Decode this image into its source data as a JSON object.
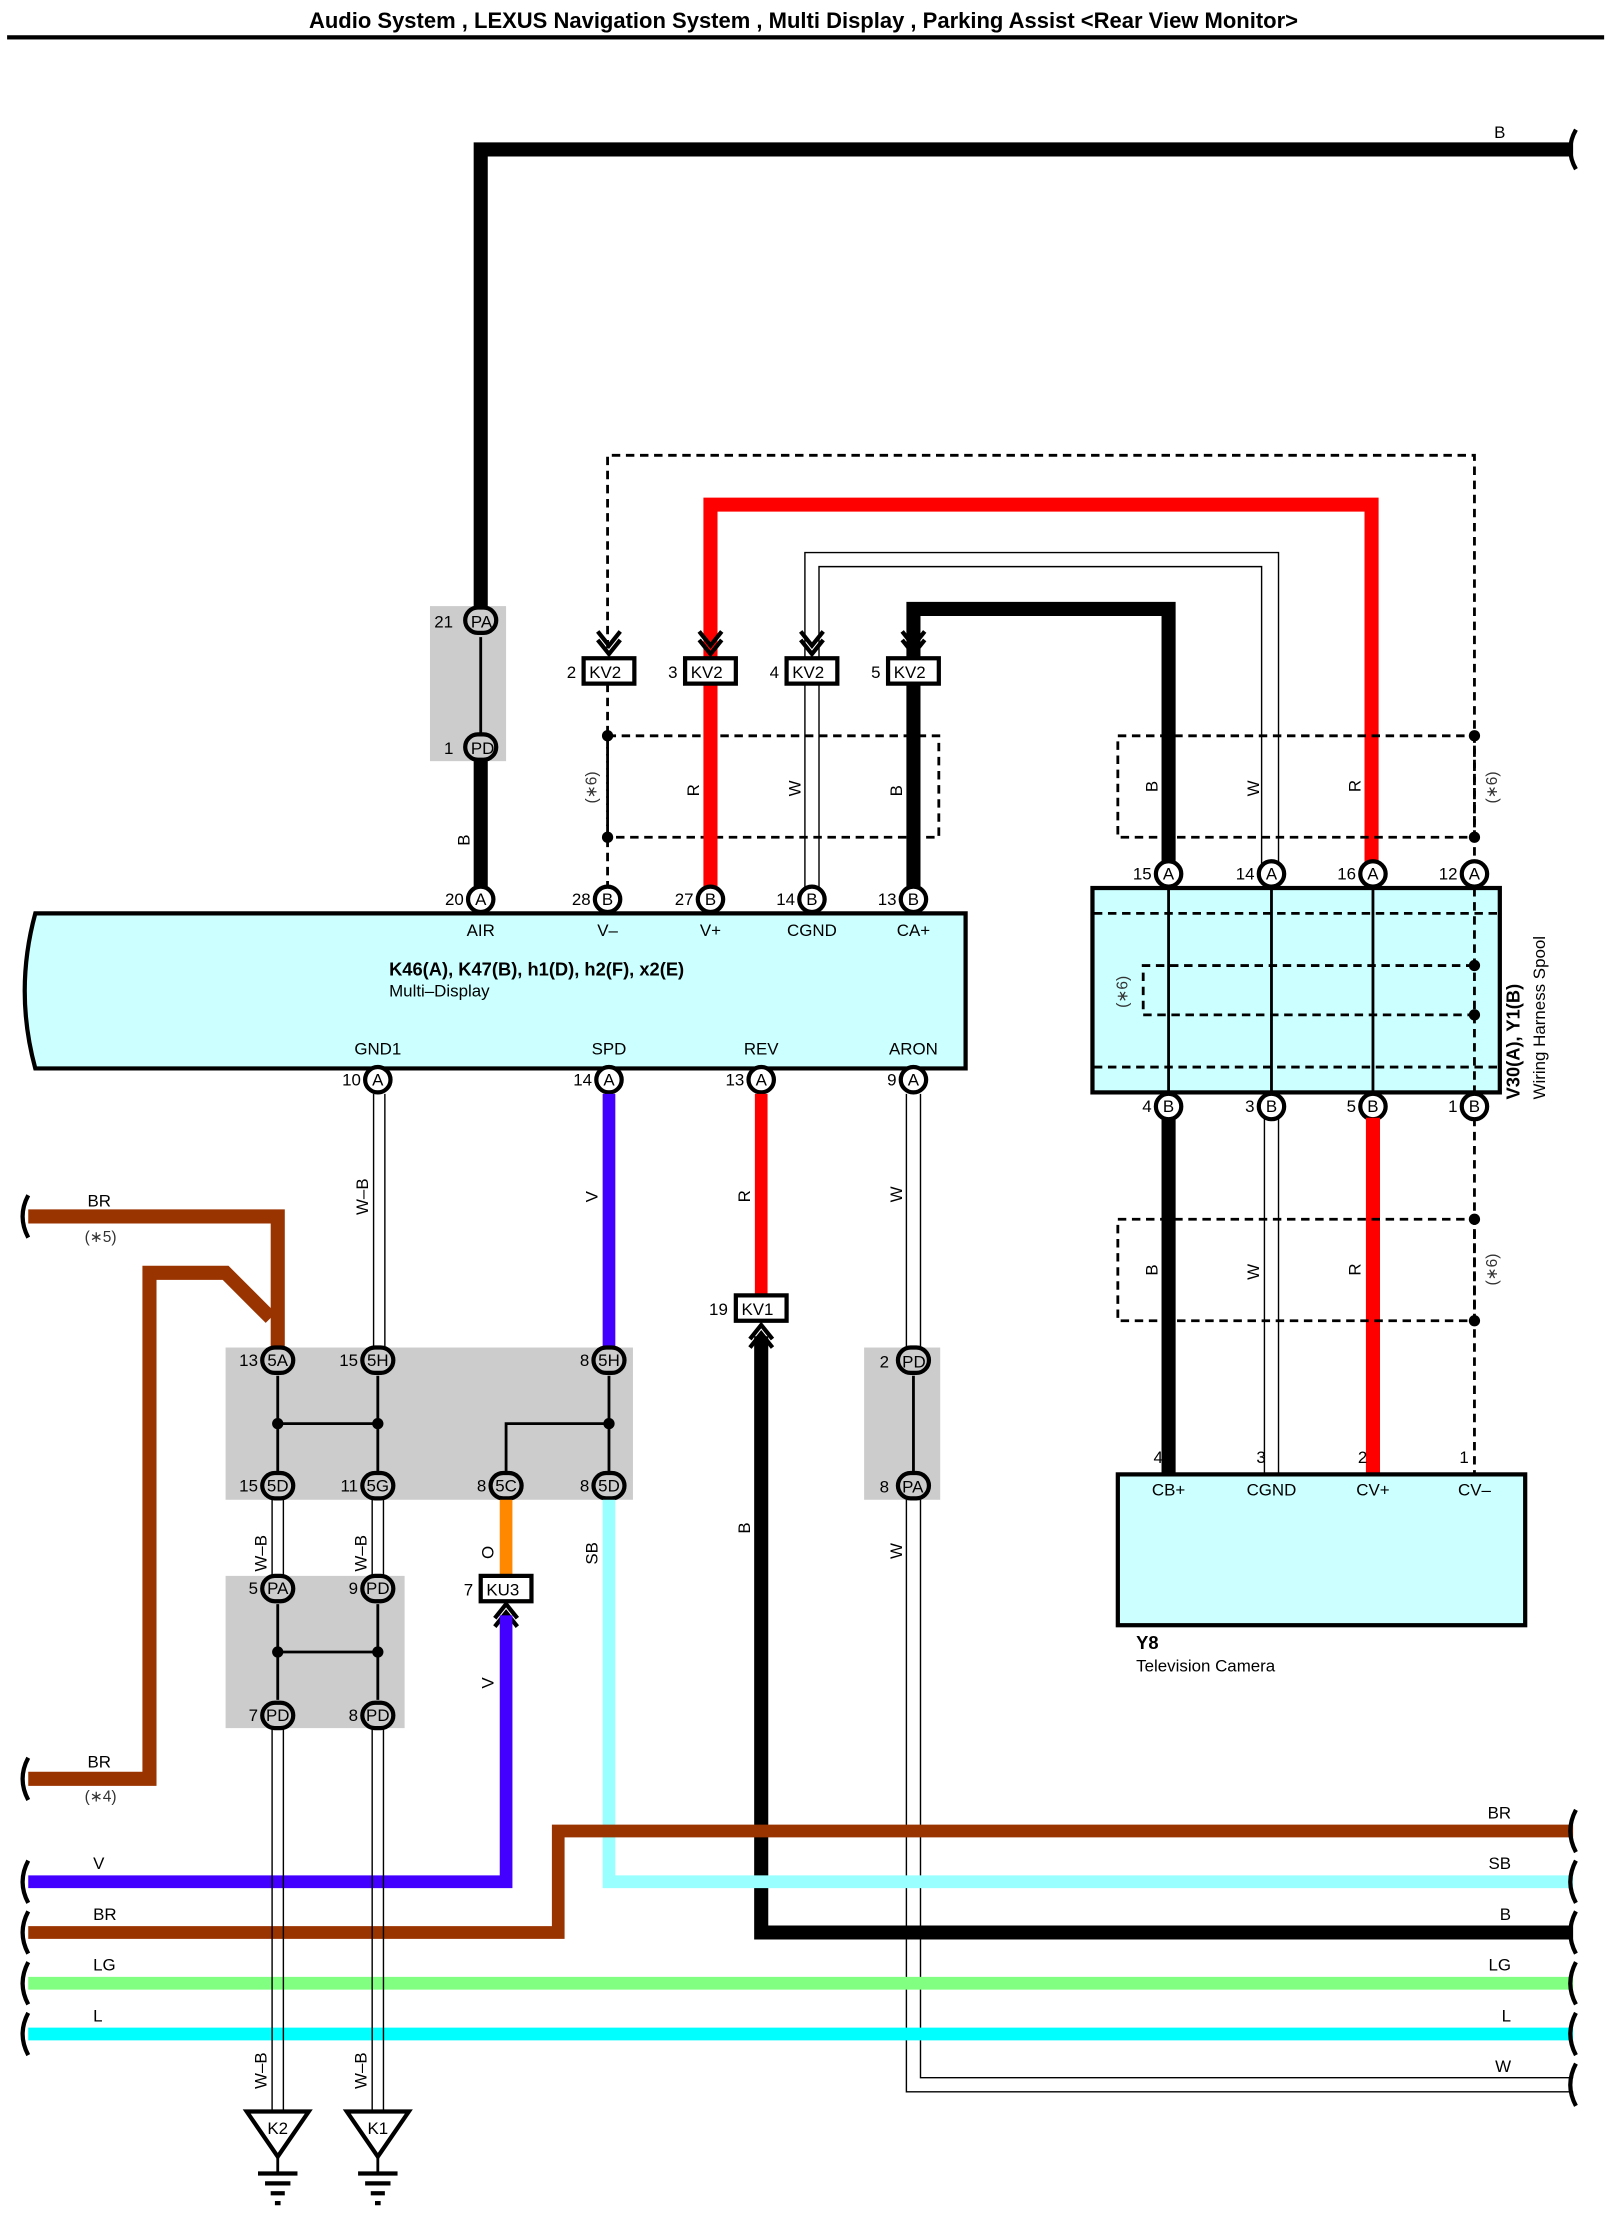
{
  "title": "Audio System , LEXUS Navigation System , Multi Display , Parking Assist <Rear View Monitor>",
  "colors": {
    "B": "#000000",
    "R": "#ff0000",
    "W": "#ffffff",
    "V": "#4400ff",
    "BR": "#993300",
    "SB": "#99ffff",
    "LG": "#80ff80",
    "L": "#00ffff",
    "O": "#ff8000",
    "component_fill": "#ccffff",
    "junction_fill": "#cccccc"
  },
  "multi_display": {
    "id": "K46(A), K47(B), h1(D), h2(F), x2(E)",
    "name": "Multi–Display",
    "top_pins": [
      {
        "num": "20",
        "conn": "A",
        "label": "AIR"
      },
      {
        "num": "28",
        "conn": "B",
        "label": "V–"
      },
      {
        "num": "27",
        "conn": "B",
        "label": "V+"
      },
      {
        "num": "14",
        "conn": "B",
        "label": "CGND"
      },
      {
        "num": "13",
        "conn": "B",
        "label": "CA+"
      }
    ],
    "bottom_pins": [
      {
        "num": "10",
        "conn": "A",
        "label": "GND1"
      },
      {
        "num": "14",
        "conn": "A",
        "label": "SPD"
      },
      {
        "num": "13",
        "conn": "A",
        "label": "REV"
      },
      {
        "num": "9",
        "conn": "A",
        "label": "ARON"
      }
    ]
  },
  "harness_spool": {
    "id": "V30(A), Y1(B)",
    "name": "Wiring Harness Spool",
    "note": "(∗6)",
    "top_pins": [
      {
        "num": "15",
        "conn": "A"
      },
      {
        "num": "14",
        "conn": "A"
      },
      {
        "num": "16",
        "conn": "A"
      },
      {
        "num": "12",
        "conn": "A"
      }
    ],
    "bottom_pins": [
      {
        "num": "4",
        "conn": "B"
      },
      {
        "num": "3",
        "conn": "B"
      },
      {
        "num": "5",
        "conn": "B"
      },
      {
        "num": "1",
        "conn": "B"
      }
    ]
  },
  "camera": {
    "id": "Y8",
    "name": "Television Camera",
    "pins": [
      {
        "num": "4",
        "label": "CB+"
      },
      {
        "num": "3",
        "label": "CGND"
      },
      {
        "num": "2",
        "label": "CV+"
      },
      {
        "num": "1",
        "label": "CV–"
      }
    ]
  },
  "kv2_connectors": [
    {
      "num": "2",
      "label": "KV2"
    },
    {
      "num": "3",
      "label": "KV2"
    },
    {
      "num": "4",
      "label": "KV2"
    },
    {
      "num": "5",
      "label": "KV2"
    }
  ],
  "kv1_connector": {
    "num": "19",
    "label": "KV1"
  },
  "ku3_connector": {
    "num": "7",
    "label": "KU3"
  },
  "junction_pa_pd": {
    "top": {
      "num": "21",
      "conn": "PA"
    },
    "bottom": {
      "num": "1",
      "conn": "PD"
    }
  },
  "junction_aron": {
    "top": {
      "num": "2",
      "conn": "PD"
    },
    "bottom": {
      "num": "8",
      "conn": "PA"
    }
  },
  "junction_5x": {
    "top": [
      {
        "num": "13",
        "conn": "5A"
      },
      {
        "num": "15",
        "conn": "5H"
      },
      {
        "num": "8",
        "conn": "5H"
      }
    ],
    "bottom": [
      {
        "num": "15",
        "conn": "5D"
      },
      {
        "num": "11",
        "conn": "5G"
      },
      {
        "num": "8",
        "conn": "5C"
      },
      {
        "num": "8",
        "conn": "5D"
      }
    ]
  },
  "junction_ground": {
    "top": [
      {
        "num": "5",
        "conn": "PA"
      },
      {
        "num": "9",
        "conn": "PD"
      }
    ],
    "bottom": [
      {
        "num": "7",
        "conn": "PD"
      },
      {
        "num": "8",
        "conn": "PD"
      }
    ]
  },
  "grounds": [
    {
      "label": "K2"
    },
    {
      "label": "K1"
    }
  ],
  "wire_labels": {
    "top_b": "B",
    "air_b": "B",
    "shield_note": "(∗6)",
    "v_plus": "R",
    "cgnd": "W",
    "ca_plus": "B",
    "spool_b": "B",
    "spool_w": "W",
    "spool_r": "R",
    "gnd1": "W–B",
    "spd": "V",
    "rev": "R",
    "aron": "W",
    "br5": "BR",
    "br5_note": "(∗5)",
    "br4": "BR",
    "br4_note": "(∗4)",
    "wb1": "W–B",
    "wb2": "W–B",
    "orange": "O",
    "sb": "SB",
    "rev_b": "B",
    "aron_w": "W",
    "ku3_v": "V",
    "gnd_wb1": "W–B",
    "gnd_wb2": "W–B"
  },
  "bus_left": [
    {
      "label": "V"
    },
    {
      "label": "BR"
    },
    {
      "label": "LG"
    },
    {
      "label": "L"
    }
  ],
  "bus_right": [
    {
      "label": "BR"
    },
    {
      "label": "SB"
    },
    {
      "label": "B"
    },
    {
      "label": "LG"
    },
    {
      "label": "L"
    },
    {
      "label": "W"
    }
  ]
}
